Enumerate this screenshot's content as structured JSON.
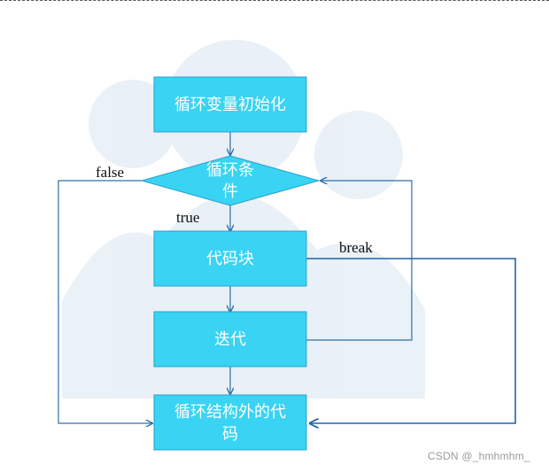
{
  "diagram": {
    "nodes": {
      "init": "循环变量初始化",
      "condition_line1": "循环条",
      "condition_line2": "件",
      "body": "代码块",
      "iterate": "迭代",
      "after_line1": "循环结构外的代",
      "after_line2": "码"
    },
    "edge_labels": {
      "false": "false",
      "true": "true",
      "break": "break"
    },
    "colors": {
      "box_fill": "#39d3f3",
      "box_stroke": "#2aa0cc",
      "arrow": "#2e6fa7",
      "break_arrow": "#1f62b0",
      "background_art": "#e6eef6"
    }
  },
  "watermark": "CSDN @_hmhmhm_"
}
